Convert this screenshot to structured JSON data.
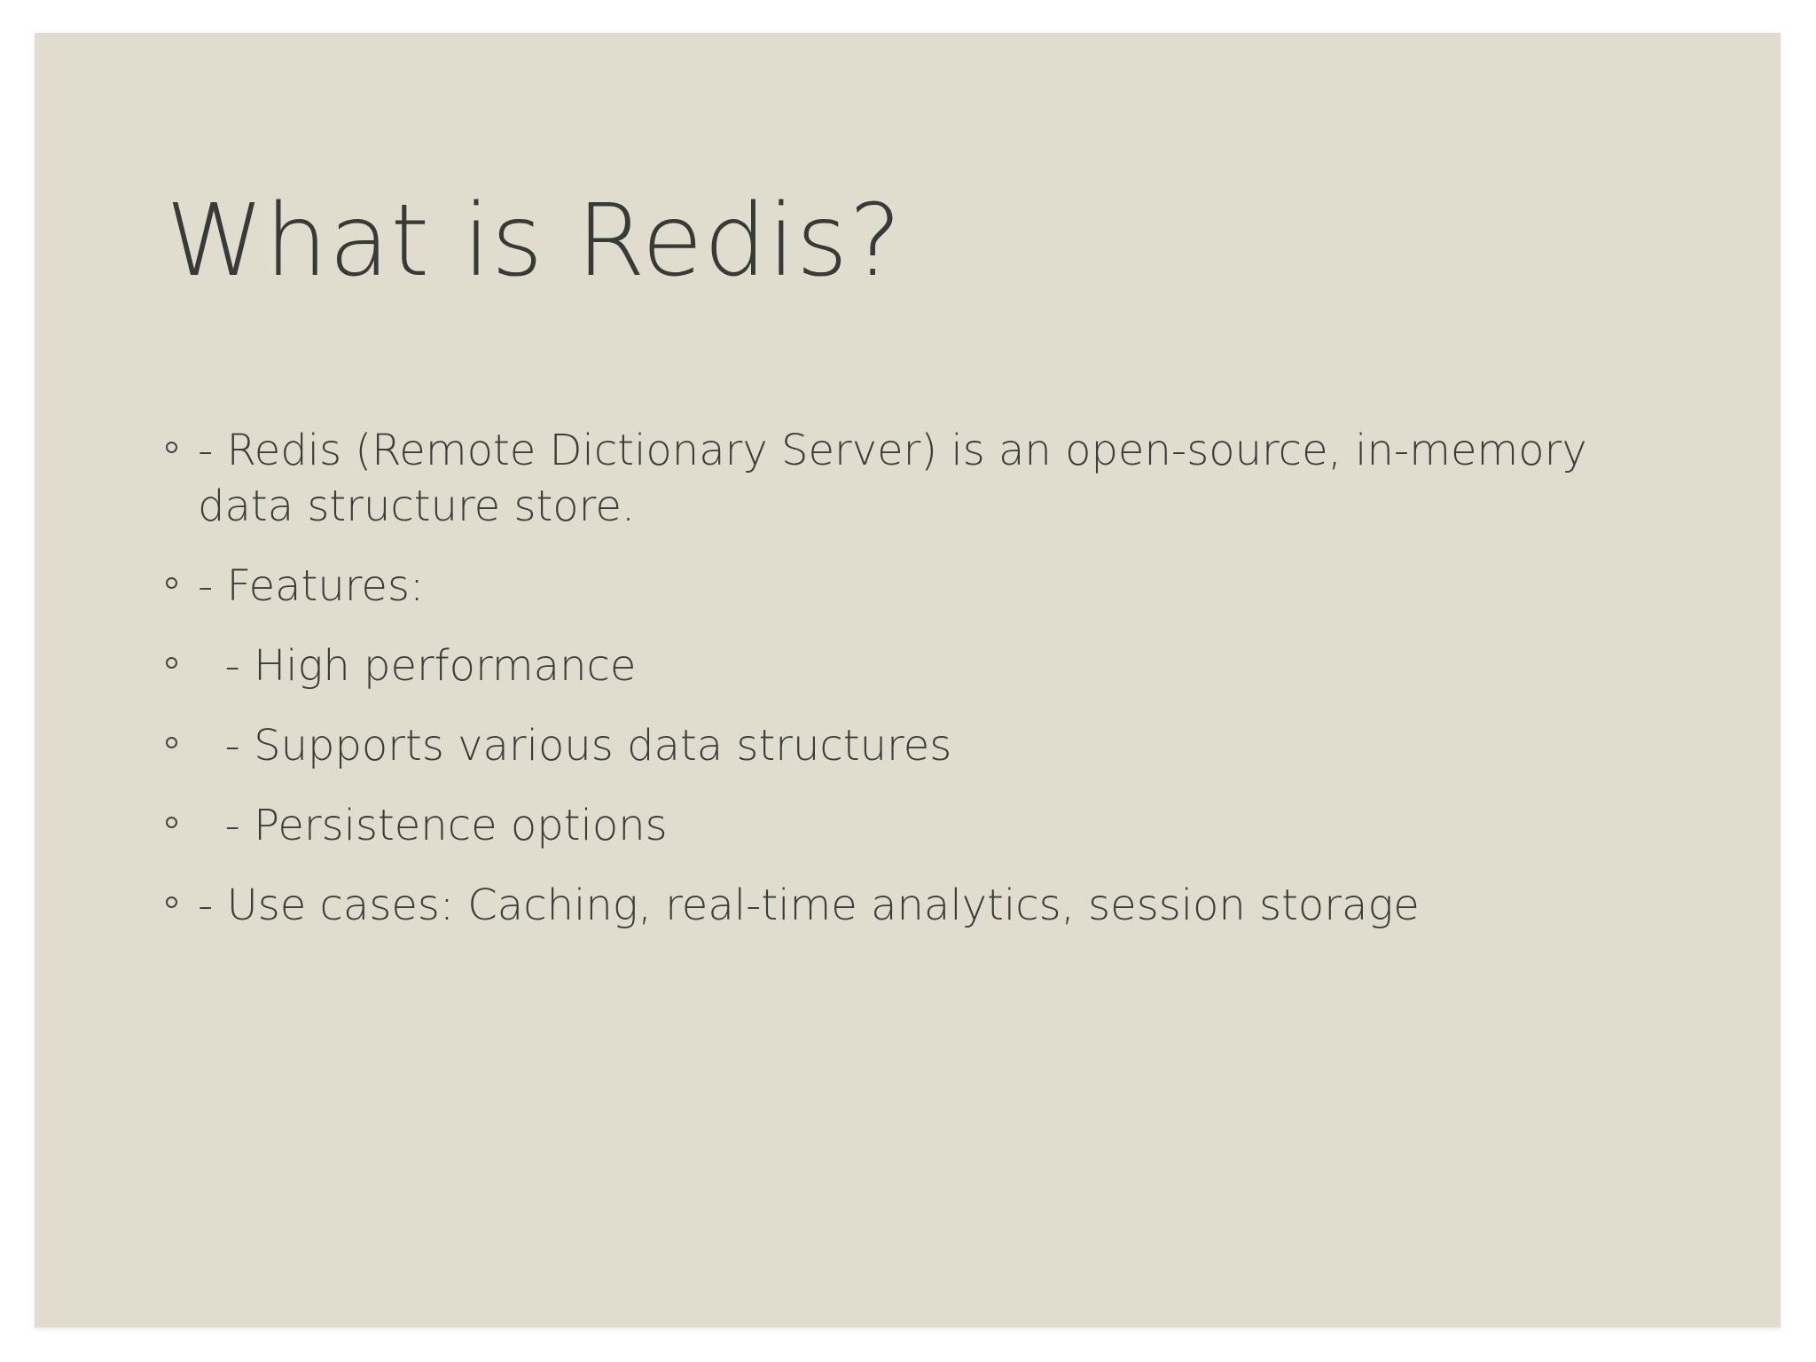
{
  "page": {
    "background_color": "#ffffff"
  },
  "slide": {
    "background_color": "#e0ddcf",
    "title_color": "#393937",
    "body_color": "#3c3c3a",
    "title": "What is Redis?",
    "bullets": [
      "- Redis (Remote Dictionary Server) is an open-source, in-memory\ndata structure store.",
      "- Features:",
      "  - High performance",
      "  - Supports various data structures",
      "  - Persistence options",
      "- Use cases: Caching, real-time analytics, session storage"
    ]
  }
}
